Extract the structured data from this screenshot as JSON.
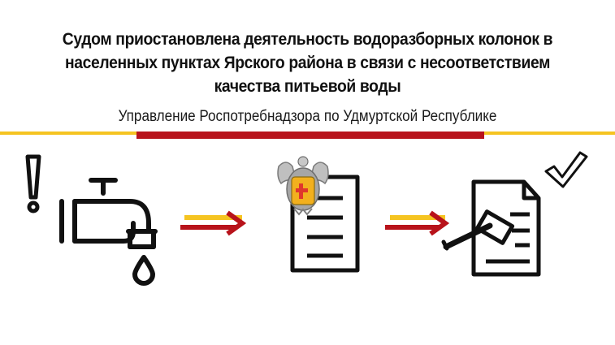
{
  "headline": {
    "line1": "Судом приостановлена деятельность водоразборных колонок в",
    "line2": "населенных пунктах Ярского района в связи с несоответствием",
    "line3": "качества питьевой воды"
  },
  "source": "Управление Роспотребнадзора по Удмуртской Республике",
  "colors": {
    "accent_red": "#b8131b",
    "accent_yellow": "#f5c421",
    "ink": "#111111",
    "emblem_gold": "#f2b01e",
    "emblem_red": "#e0372c"
  },
  "icons": [
    "exclamation-icon",
    "water-tap-icon",
    "water-drop-icon",
    "arrow-right-icon",
    "emblem-icon",
    "document-icon",
    "court-decision-icon",
    "gavel-icon",
    "checkmark-icon"
  ]
}
